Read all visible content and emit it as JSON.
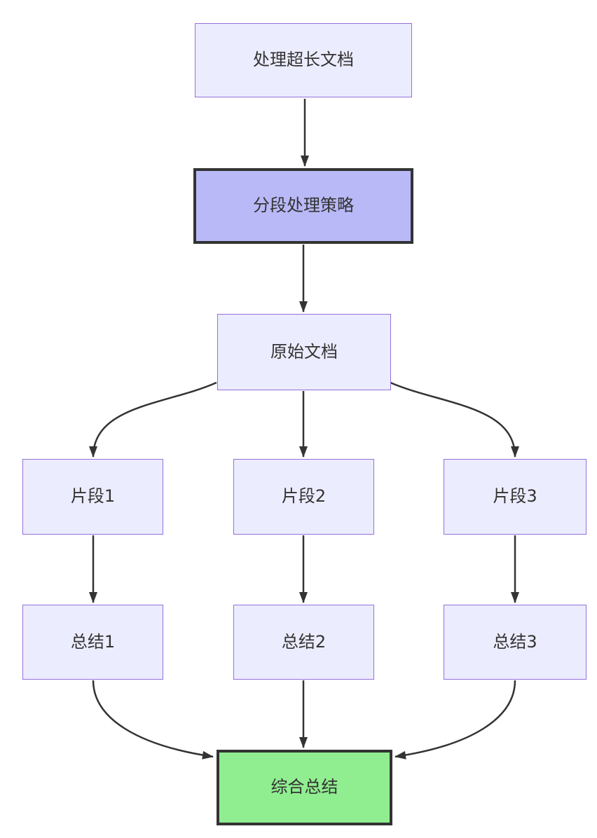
{
  "diagram": {
    "type": "flowchart",
    "direction": "top-down",
    "background": "#FFFFFF"
  },
  "nodes": [
    {
      "id": "A",
      "label": "处理超长文档",
      "style": "default"
    },
    {
      "id": "B",
      "label": "分段处理策略",
      "style": "strategy-emphasis"
    },
    {
      "id": "C",
      "label": "原始文档",
      "style": "default"
    },
    {
      "id": "D",
      "label": "片段1",
      "style": "default"
    },
    {
      "id": "E",
      "label": "片段2",
      "style": "default"
    },
    {
      "id": "F",
      "label": "片段3",
      "style": "default"
    },
    {
      "id": "G",
      "label": "总结1",
      "style": "default"
    },
    {
      "id": "H",
      "label": "总结2",
      "style": "default"
    },
    {
      "id": "I",
      "label": "总结3",
      "style": "default"
    },
    {
      "id": "J",
      "label": "综合总结",
      "style": "final-emphasis"
    }
  ],
  "edges": [
    {
      "from": "A",
      "to": "B",
      "from_label": "处理超长文档",
      "to_label": "分段处理策略"
    },
    {
      "from": "B",
      "to": "C",
      "from_label": "分段处理策略",
      "to_label": "原始文档"
    },
    {
      "from": "C",
      "to": "D",
      "from_label": "原始文档",
      "to_label": "片段1"
    },
    {
      "from": "C",
      "to": "E",
      "from_label": "原始文档",
      "to_label": "片段2"
    },
    {
      "from": "C",
      "to": "F",
      "from_label": "原始文档",
      "to_label": "片段3"
    },
    {
      "from": "D",
      "to": "G",
      "from_label": "片段1",
      "to_label": "总结1"
    },
    {
      "from": "E",
      "to": "H",
      "from_label": "片段2",
      "to_label": "总结2"
    },
    {
      "from": "F",
      "to": "I",
      "from_label": "片段3",
      "to_label": "总结3"
    },
    {
      "from": "G",
      "to": "J",
      "from_label": "总结1",
      "to_label": "综合总结"
    },
    {
      "from": "H",
      "to": "J",
      "from_label": "总结2",
      "to_label": "综合总结"
    },
    {
      "from": "I",
      "to": "J",
      "from_label": "总结3",
      "to_label": "综合总结"
    }
  ],
  "colors": {
    "node_fill": "#ECECFF",
    "node_border": "#9370DB",
    "strategy_fill": "#B9B9F8",
    "final_fill": "#90EE90",
    "emphasis_border": "#333333",
    "edge_color": "#333333",
    "text_color": "#333333",
    "bg_color": "#FFFFFF"
  }
}
